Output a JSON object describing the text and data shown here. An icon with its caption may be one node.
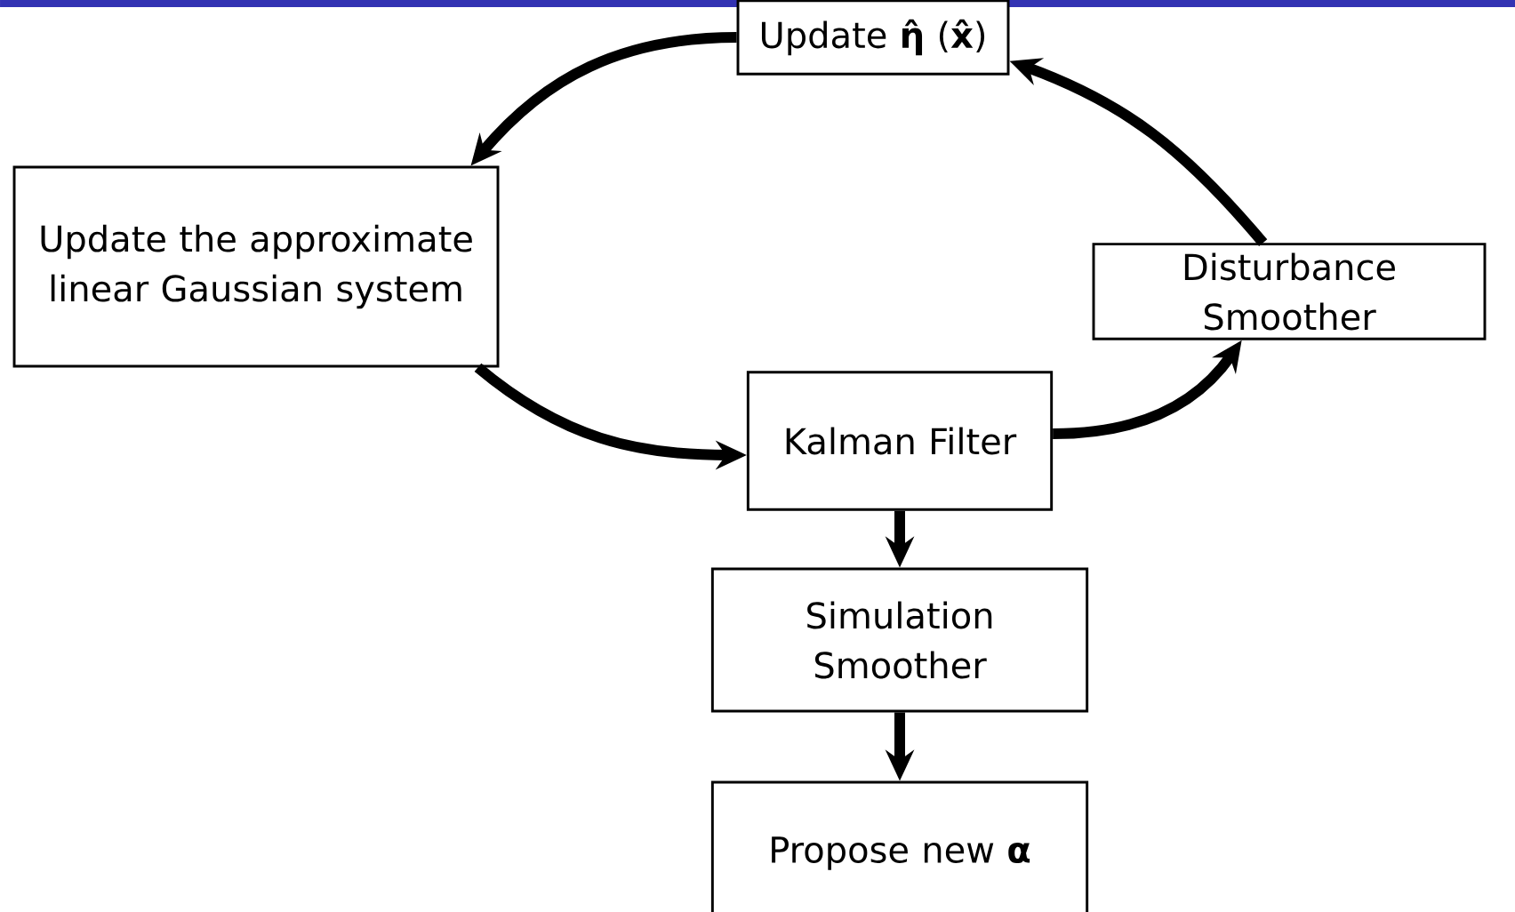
{
  "diagram": {
    "nodes": [
      {
        "text": [
          "Update **η̂** (**x̂**)"
        ]
      },
      {
        "text": [
          "Update the approximate linear Gaussian system"
        ]
      },
      {
        "text": [
          "Disturbance Smoother"
        ]
      },
      {
        "text": [
          "Kalman Filter"
        ]
      },
      {
        "text": [
          "Simulation Smoother"
        ]
      },
      {
        "text": [
          "Propose new **α**"
        ]
      }
    ],
    "edges": [
      {
        "from": 0,
        "to": 1,
        "arrow": "to"
      },
      {
        "from": 1,
        "to": 3,
        "arrow": "to"
      },
      {
        "from": 3,
        "to": 2,
        "arrow": "to"
      },
      {
        "from": 2,
        "to": 0,
        "arrow": "to"
      },
      {
        "from": 3,
        "to": 4,
        "arrow": "to"
      },
      {
        "from": 4,
        "to": 5,
        "arrow": "to"
      }
    ]
  }
}
